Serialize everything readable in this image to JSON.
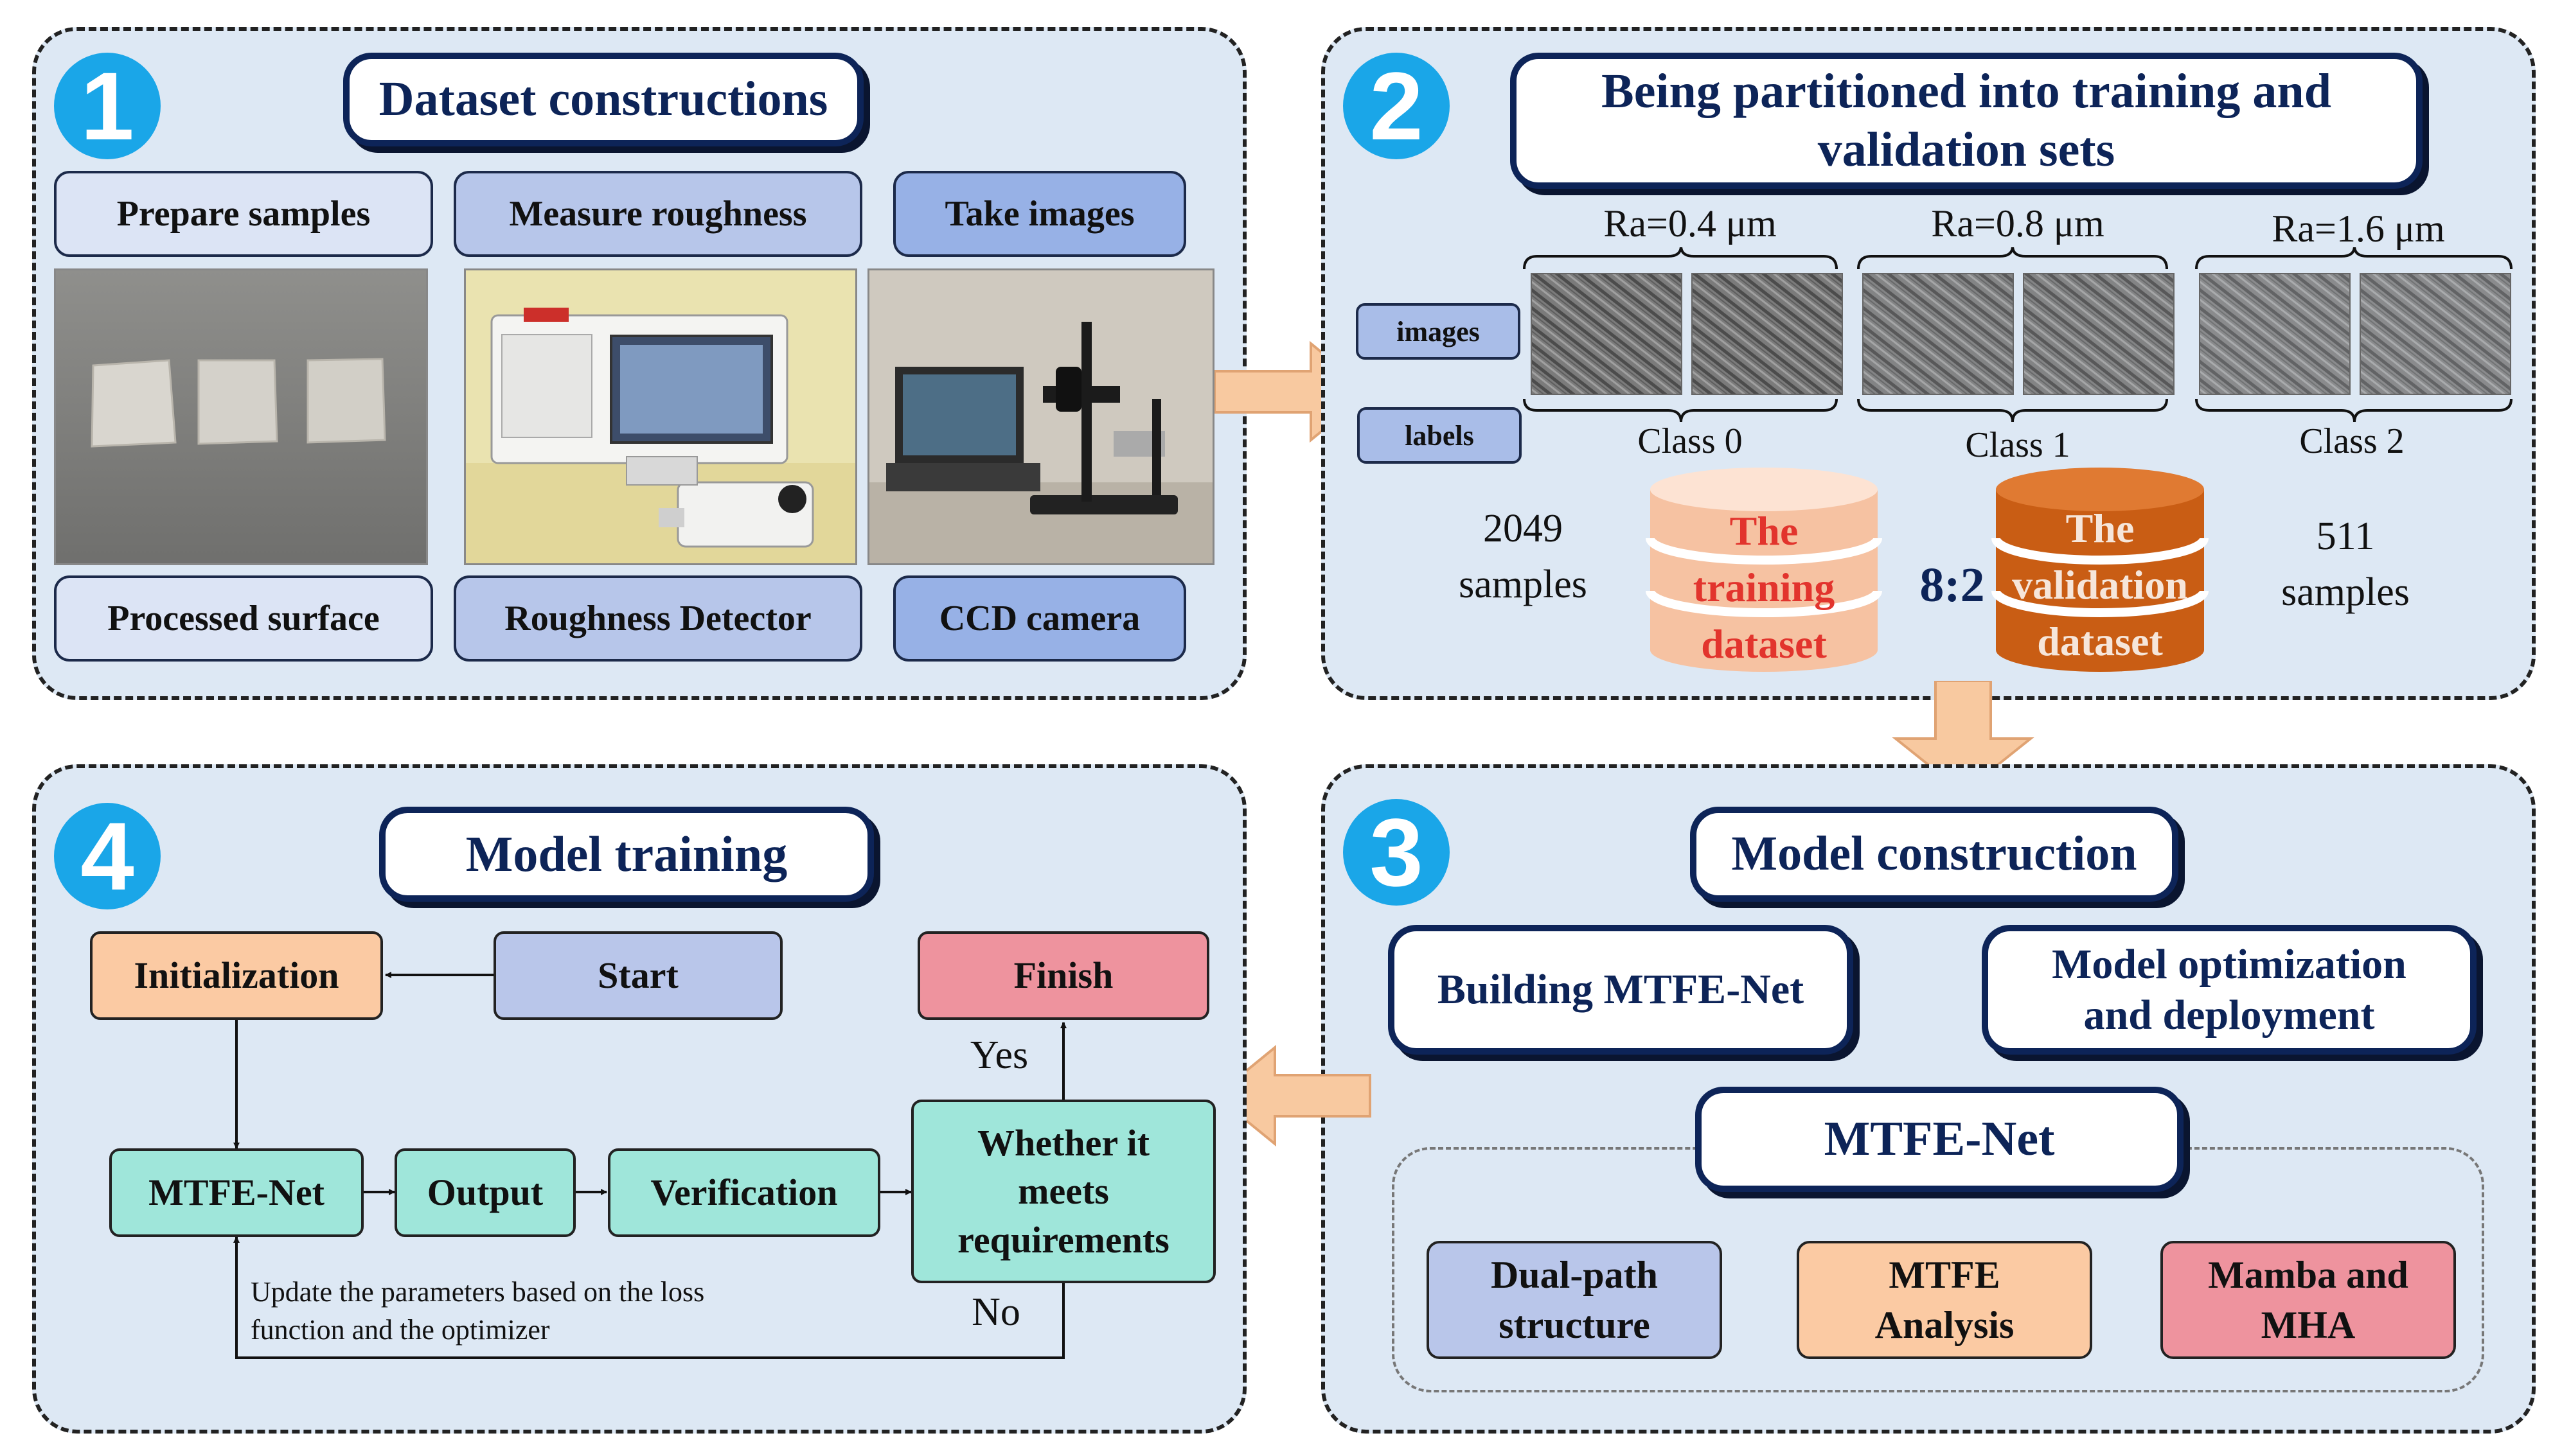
{
  "panel1": {
    "badge": "1",
    "title": "Dataset constructions",
    "top_labels": [
      "Prepare samples",
      "Measure roughness",
      "Take images"
    ],
    "bottom_labels": [
      "Processed surface",
      "Roughness Detector",
      "CCD camera"
    ]
  },
  "panel2": {
    "badge": "2",
    "title": "Being partitioned into training and validation sets",
    "ra_labels": [
      "Ra=0.4 μm",
      "Ra=0.8 μm",
      "Ra=1.6 μm"
    ],
    "class_labels": [
      "Class 0",
      "Class 1",
      "Class 2"
    ],
    "side_tags": [
      "images",
      "labels"
    ],
    "training": {
      "count": "2049",
      "unit": "samples",
      "label": [
        "The",
        "training",
        "dataset"
      ]
    },
    "validation": {
      "count": "511",
      "unit": "samples",
      "label": [
        "The",
        "validation",
        "dataset"
      ]
    },
    "ratio": "8:2"
  },
  "panel3": {
    "badge": "3",
    "title": "Model construction",
    "building": "Building MTFE-Net",
    "optimization": "Model optimization and deployment",
    "net": "MTFE-Net",
    "components": [
      "Dual-path structure",
      "MTFE Analysis",
      "Mamba and MHA"
    ]
  },
  "panel4": {
    "badge": "4",
    "title": "Model training",
    "nodes": {
      "init": "Initialization",
      "start": "Start",
      "finish": "Finish",
      "net": "MTFE-Net",
      "output": "Output",
      "verify": "Verification",
      "decision": "Whether it meets requirements"
    },
    "yes": "Yes",
    "no": "No",
    "note": "Update the parameters based on the loss function and the optimizer"
  },
  "colors": {
    "panel_bg": "#dde8f4",
    "navy": "#0d2458",
    "badge": "#1aa6e8",
    "peach": "#fbcaa3",
    "blue": "#b9c6ea",
    "pink": "#ee939e",
    "teal": "#9fe6da",
    "arrow": "#f8c9a0",
    "train_red": "#e2342d",
    "valid_orange": "#c95d14"
  }
}
